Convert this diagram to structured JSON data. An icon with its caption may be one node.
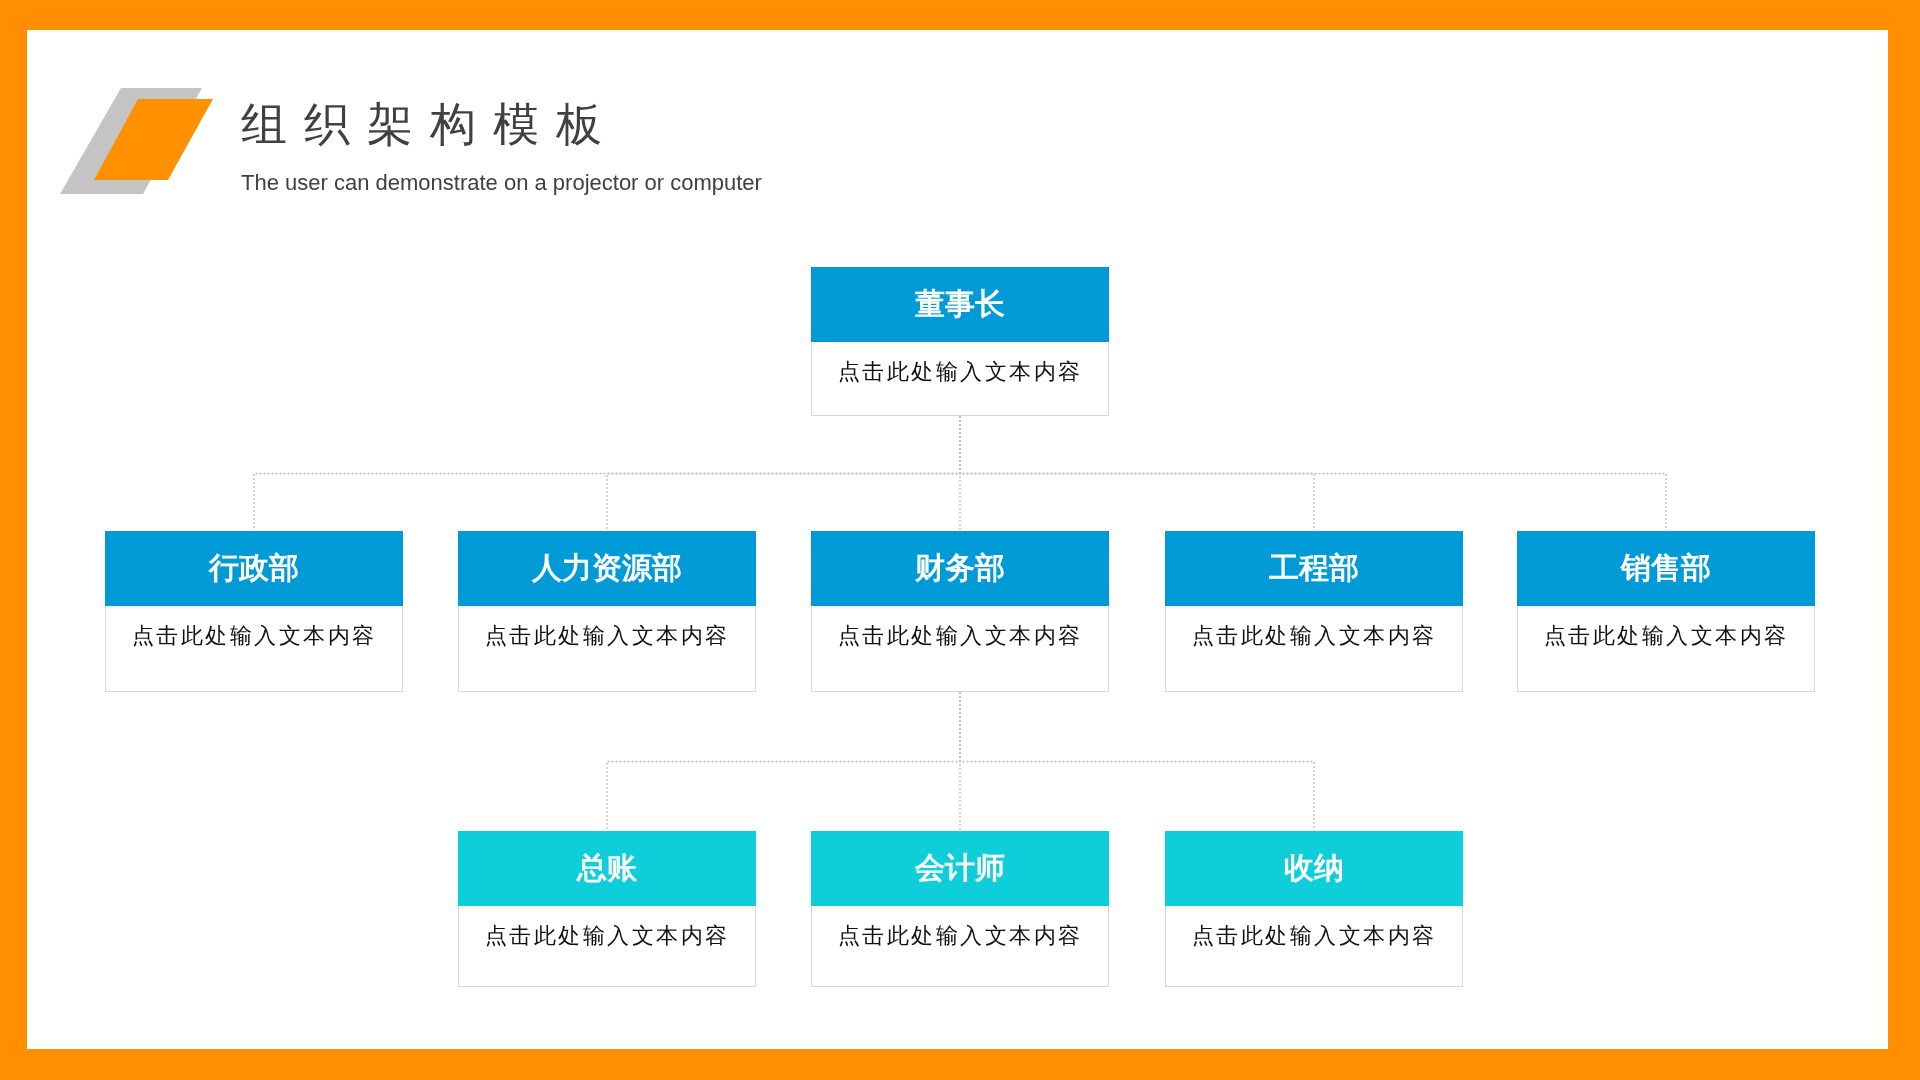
{
  "diagram": {
    "title": "组织架构模板",
    "nodes": [
      {
        "text": [
          "董事长",
          "点击此处输入文本内容"
        ]
      },
      {
        "text": [
          "行政部",
          "点击此处输入文本内容"
        ]
      },
      {
        "text": [
          "人力资源部",
          "点击此处输入文本内容"
        ]
      },
      {
        "text": [
          "财务部",
          "点击此处输入文本内容"
        ]
      },
      {
        "text": [
          "工程部",
          "点击此处输入文本内容"
        ]
      },
      {
        "text": [
          "销售部",
          "点击此处输入文本内容"
        ]
      },
      {
        "text": [
          "总账",
          "点击此处输入文本内容"
        ]
      },
      {
        "text": [
          "会计师",
          "点击此处输入文本内容"
        ]
      },
      {
        "text": [
          "收纳",
          "点击此处输入文本内容"
        ]
      }
    ],
    "edges": [
      {
        "from": 0,
        "to": 1,
        "arrow": "none"
      },
      {
        "from": 0,
        "to": 2,
        "arrow": "none"
      },
      {
        "from": 0,
        "to": 3,
        "arrow": "none"
      },
      {
        "from": 0,
        "to": 4,
        "arrow": "none"
      },
      {
        "from": 0,
        "to": 5,
        "arrow": "none"
      },
      {
        "from": 3,
        "to": 6,
        "arrow": "none"
      },
      {
        "from": 3,
        "to": 7,
        "arrow": "none"
      },
      {
        "from": 3,
        "to": 8,
        "arrow": "none"
      }
    ],
    "labels": [
      "The user can demonstrate on a projector or computer"
    ]
  }
}
